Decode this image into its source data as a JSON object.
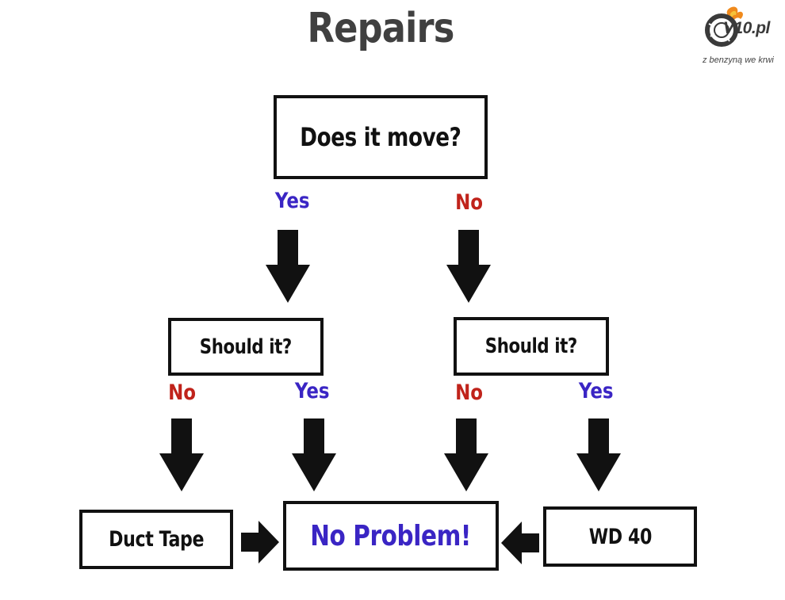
{
  "title": "Repairs",
  "colors": {
    "yes": "#3a25c4",
    "no": "#c0231b",
    "ink": "#111111",
    "title": "#404040",
    "emphasis": "#3a25c4"
  },
  "nodes": {
    "root": "Does it move?",
    "left_question": "Should it?",
    "right_question": "Should it?",
    "duct_tape": "Duct Tape",
    "no_problem": "No Problem!",
    "wd40": "WD 40"
  },
  "edges": {
    "root_yes": "Yes",
    "root_no": "No",
    "left_no": "No",
    "left_yes": "Yes",
    "right_no": "No",
    "right_yes": "Yes"
  },
  "logo": {
    "name": "V10.pl",
    "tagline": "z benzyną we krwi",
    "icon": "tire-flame-icon"
  }
}
